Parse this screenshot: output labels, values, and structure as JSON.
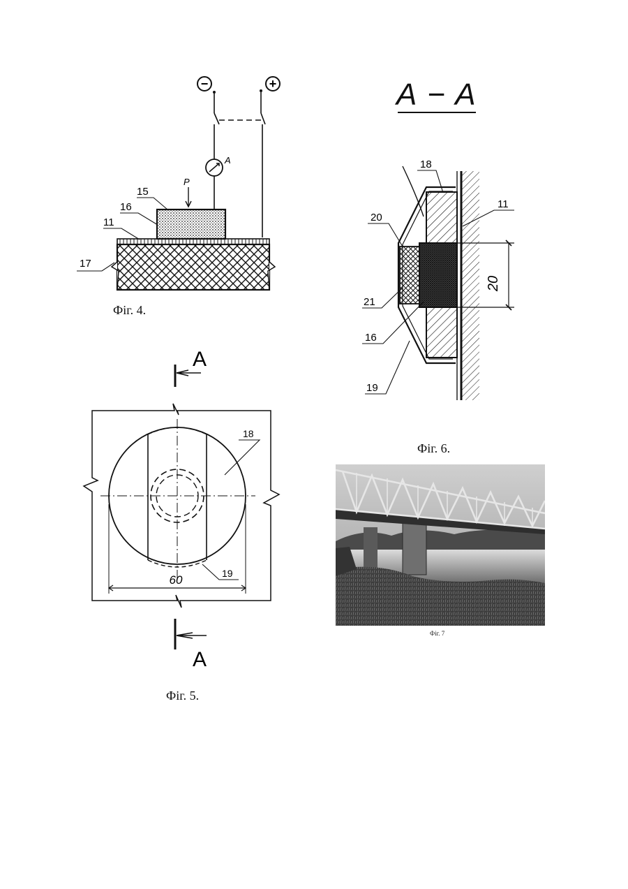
{
  "fig4": {
    "caption": "Фіг. 4.",
    "terminal_minus": "−",
    "terminal_plus": "+",
    "ammeter_label": "A",
    "force_label": "P",
    "labels": [
      "15",
      "16",
      "11",
      "17"
    ]
  },
  "fig5": {
    "caption": "Фіг. 5.",
    "section_mark": "A",
    "dimension": "60",
    "labels": [
      "18",
      "19"
    ]
  },
  "fig6": {
    "section_title": "A − A",
    "caption": "Фіг. 6.",
    "dimension": "20",
    "labels": [
      "18",
      "11",
      "20",
      "21",
      "16",
      "19"
    ]
  },
  "fig7": {
    "caption": "Фіг. 7"
  }
}
